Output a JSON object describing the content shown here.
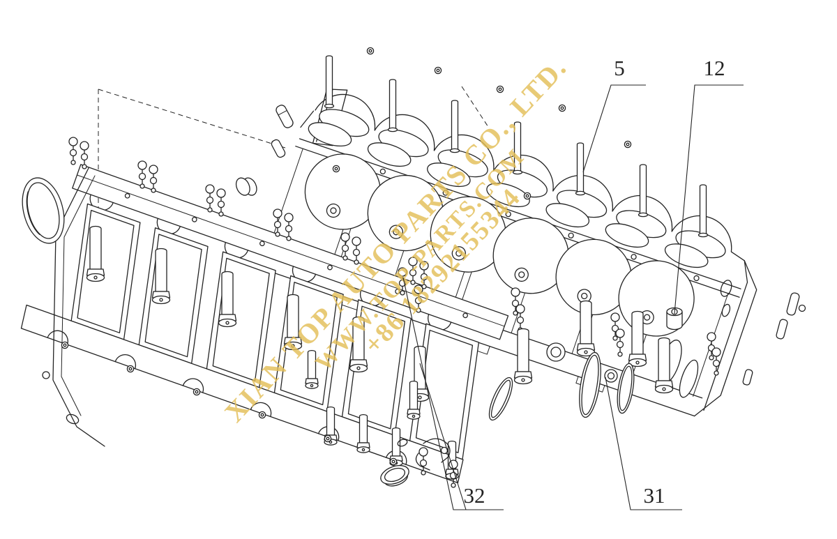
{
  "colors": {
    "background": "#ffffff",
    "line": "#232323",
    "watermark": "#e3bf58"
  },
  "watermark": {
    "line1": "XIAN TOP AUTO PARTS CO., LTD.",
    "line2": "WWW.TOP-PARTS.COM",
    "line3": "+86 18292155344"
  },
  "callouts": {
    "c5": "5",
    "c12": "12",
    "c32": "32",
    "c31": "31"
  }
}
